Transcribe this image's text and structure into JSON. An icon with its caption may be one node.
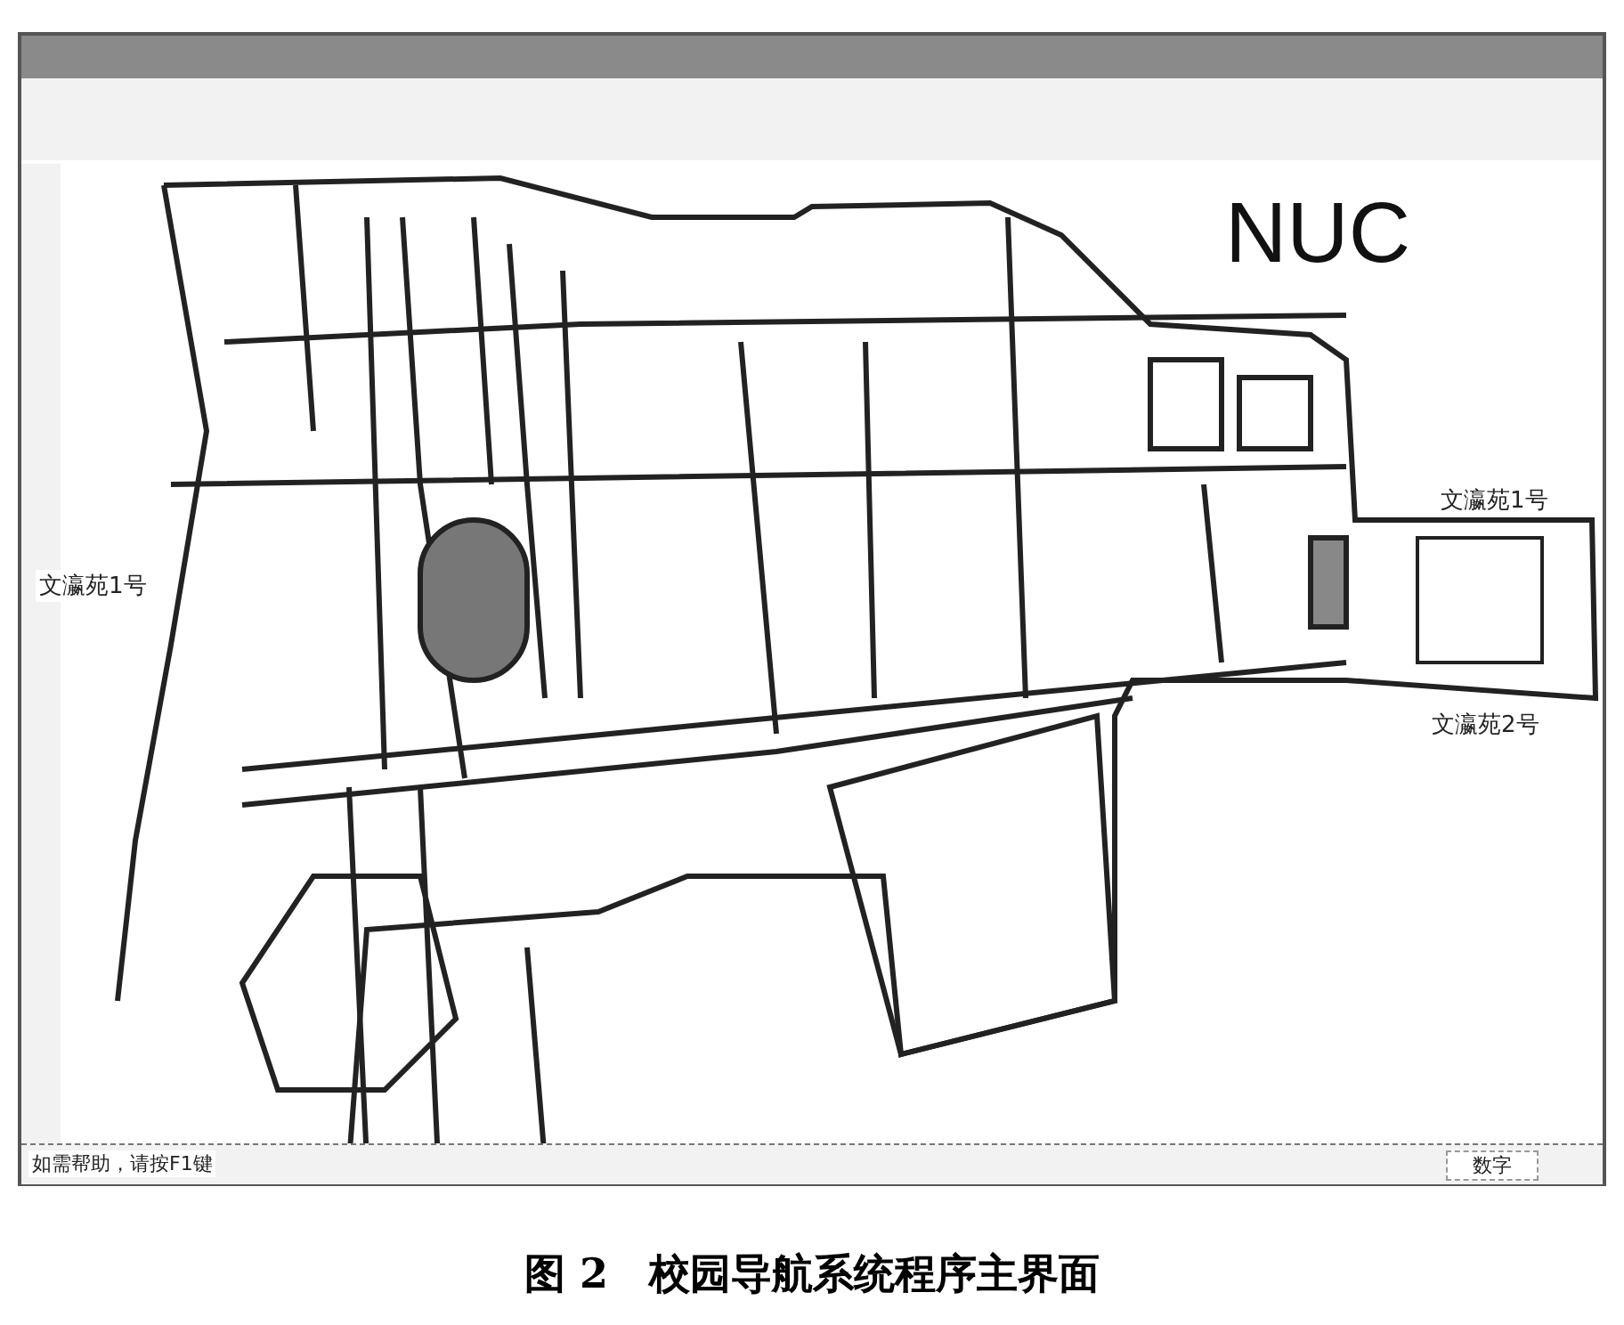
{
  "diagram": {
    "caption": "图 2　校园导航系统程序主界面",
    "labels": [
      "NUC",
      "文瀛苑1号",
      "文瀛苑1号",
      "文瀛苑2号",
      "如需帮助，请按F1键",
      "数字"
    ]
  }
}
